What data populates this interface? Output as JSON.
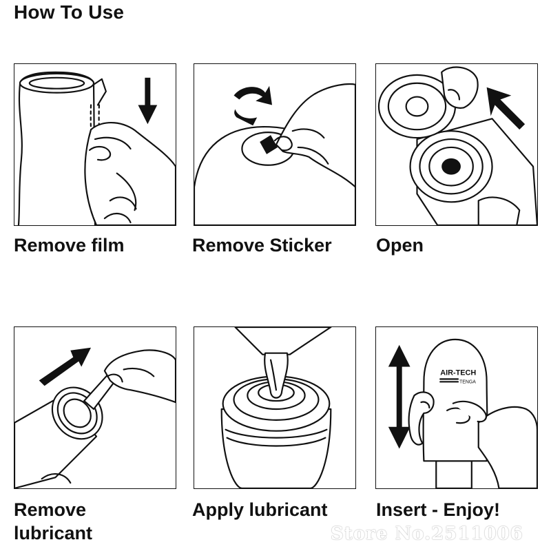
{
  "title": "How To Use",
  "steps": [
    {
      "label": "Remove film"
    },
    {
      "label": "Remove Sticker"
    },
    {
      "label": "Open"
    },
    {
      "label_line1": "Remove",
      "label_line2": "lubricant"
    },
    {
      "label": "Apply lubricant"
    },
    {
      "label": "Insert - Enjoy!"
    }
  ],
  "product": {
    "brand": "AIR-TECH",
    "maker": "TENGA"
  },
  "watermark": "Store No.2511006"
}
